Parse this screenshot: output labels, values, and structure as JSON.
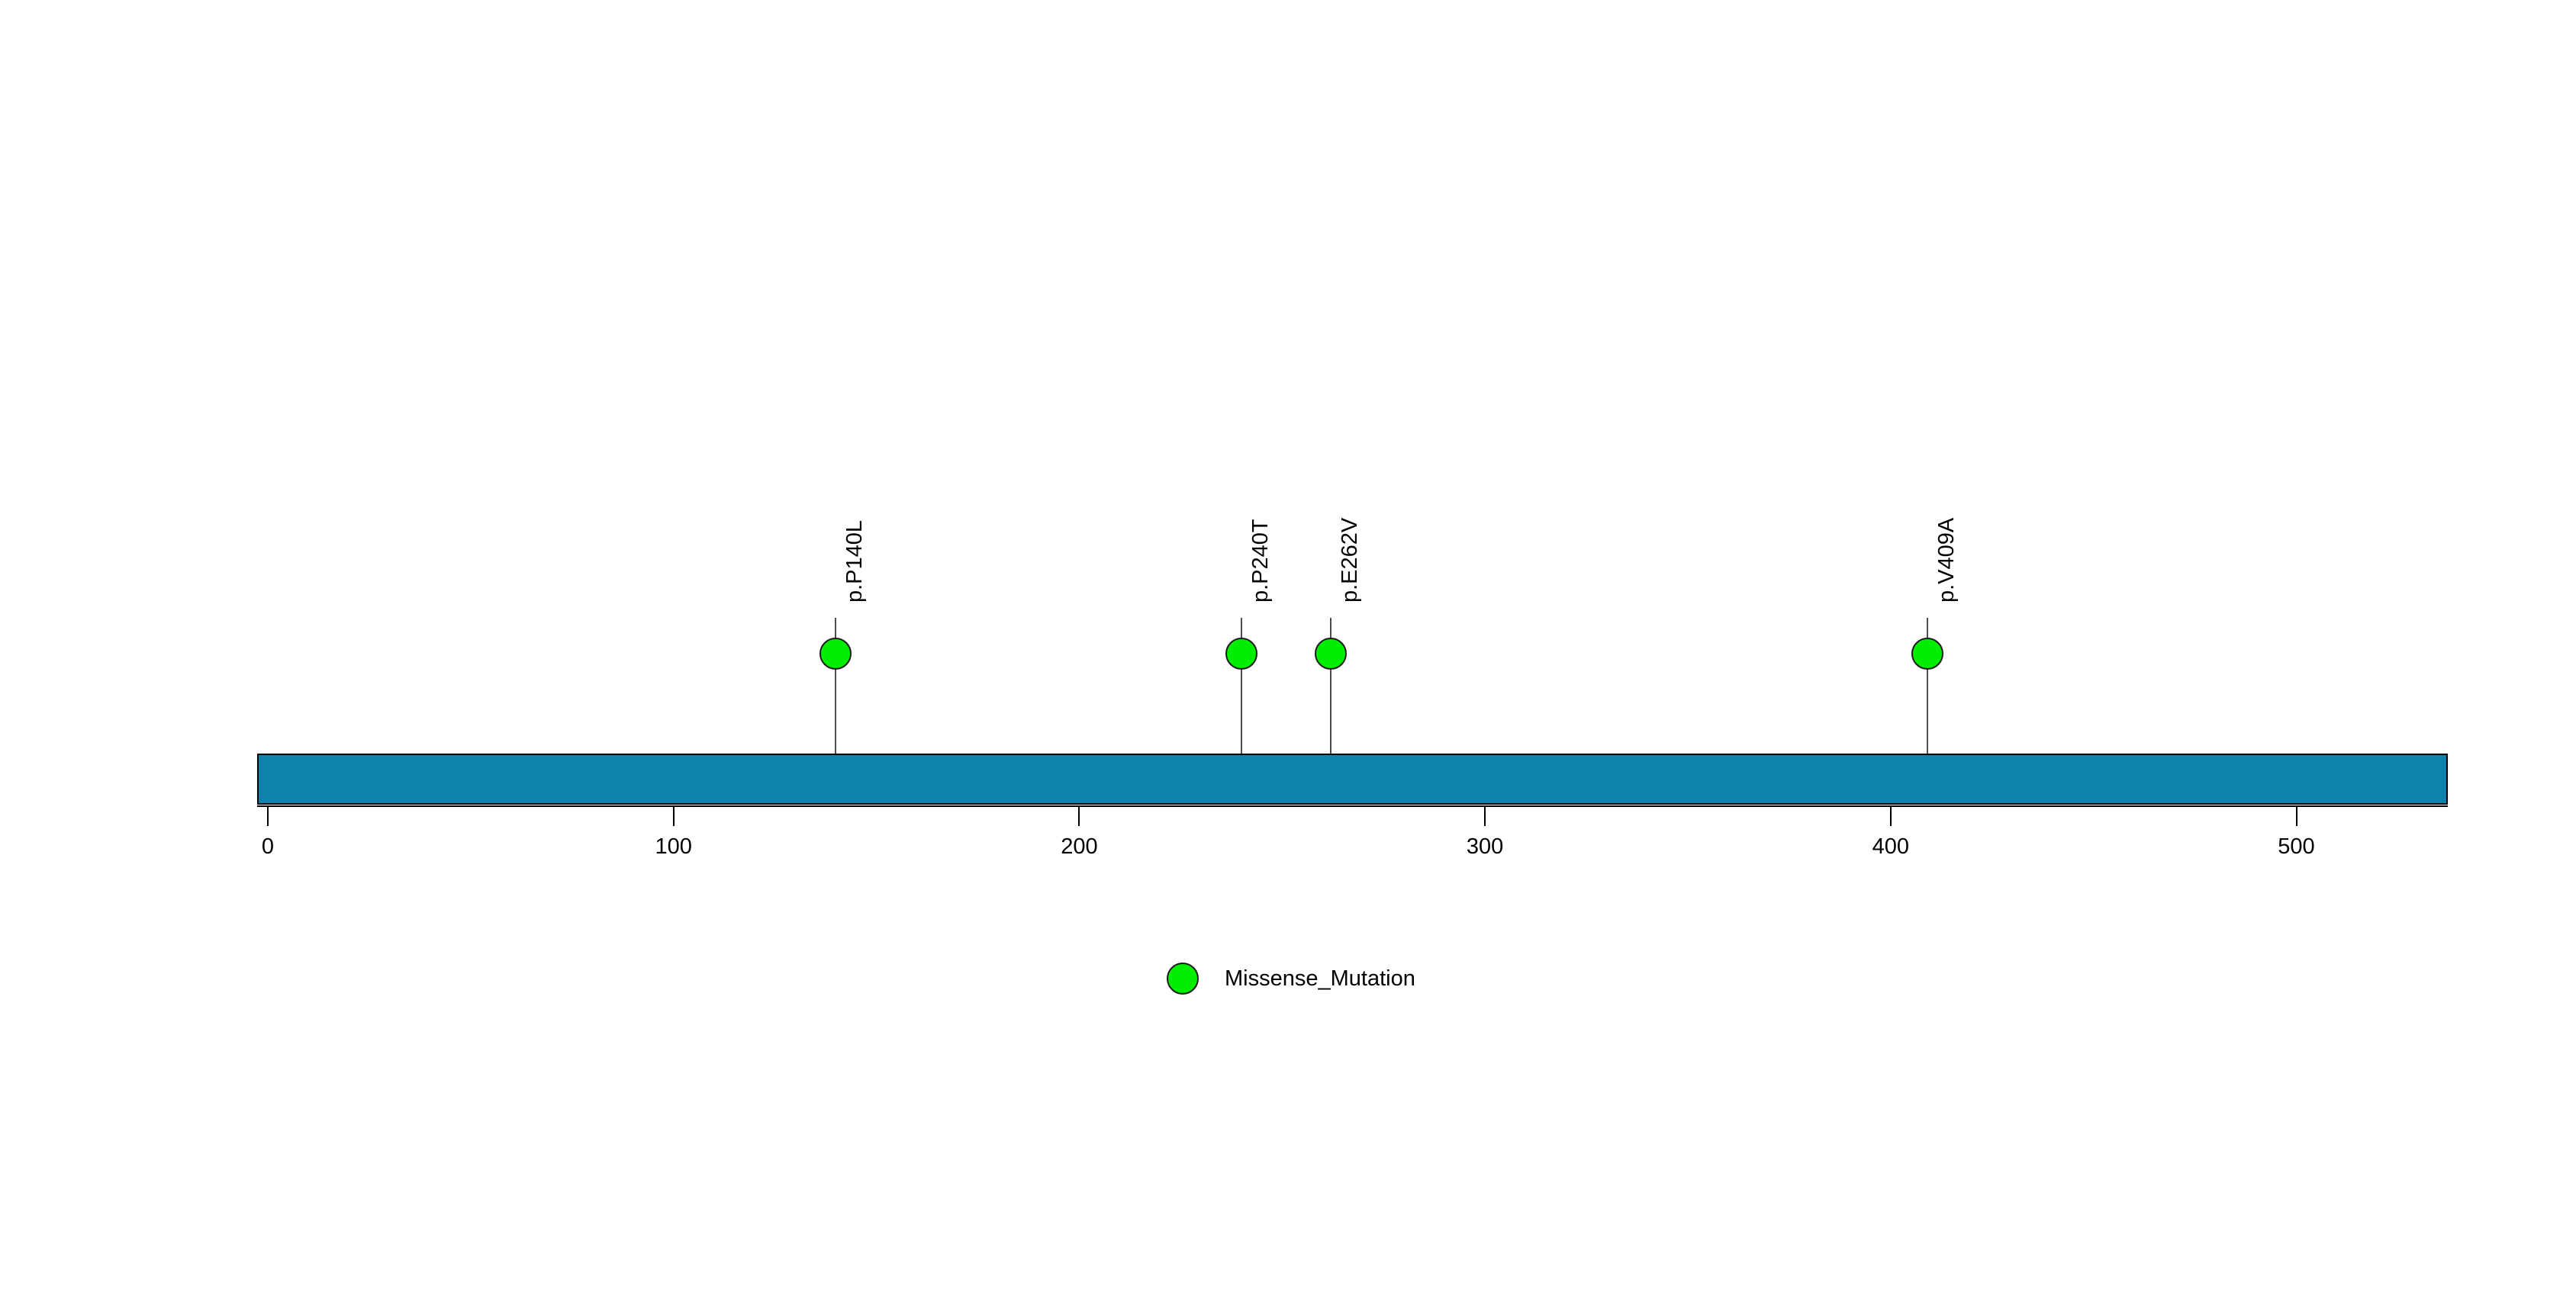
{
  "chart_data": {
    "type": "lollipop",
    "title": "",
    "xlabel": "",
    "ylabel": "",
    "xlim": [
      0,
      537
    ],
    "grid": false,
    "protein": {
      "length": 537,
      "color": "#0E82AD",
      "border_color": "#000000"
    },
    "axis": {
      "ticks": [
        0,
        100,
        200,
        300,
        400,
        500
      ],
      "tick_labels": [
        "0",
        "100",
        "200",
        "300",
        "400",
        "500"
      ]
    },
    "mutations": [
      {
        "label": "p.P140L",
        "position": 140,
        "count": 1,
        "type": "Missense_Mutation",
        "color": "#00EE00"
      },
      {
        "label": "p.P240T",
        "position": 240,
        "count": 1,
        "type": "Missense_Mutation",
        "color": "#00EE00"
      },
      {
        "label": "p.E262V",
        "position": 262,
        "count": 1,
        "type": "Missense_Mutation",
        "color": "#00EE00"
      },
      {
        "label": "p.V409A",
        "position": 409,
        "count": 1,
        "type": "Missense_Mutation",
        "color": "#00EE00"
      }
    ],
    "legend": {
      "position": "bottom-center",
      "entries": [
        {
          "label": "Missense_Mutation",
          "color": "#00EE00"
        }
      ]
    }
  }
}
